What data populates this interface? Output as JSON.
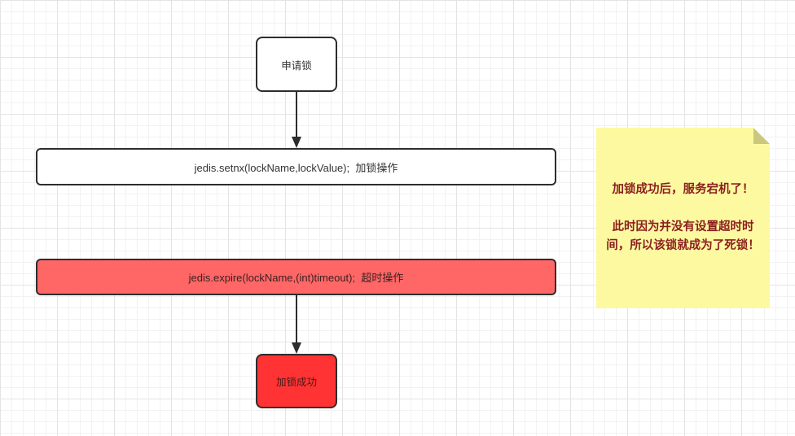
{
  "diagram": {
    "nodes": {
      "apply_lock": {
        "label": "申请锁"
      },
      "setnx": {
        "label": "jedis.setnx(lockName,lockValue);  加锁操作"
      },
      "expire": {
        "label": "jedis.expire(lockName,(int)timeout);  超时操作"
      },
      "lock_success": {
        "label": "加锁成功"
      }
    },
    "note": {
      "para1": "加锁成功后，服务宕机了！",
      "para2": "此时因为并没有设置超时时间，所以该锁就成为了死锁！"
    },
    "colors": {
      "node_border": "#2d2d2d",
      "expire_fill": "#ff6666",
      "success_fill": "#ff3333",
      "note_fill": "#fdf9a1",
      "note_fold": "#c9c87c",
      "note_text": "#8a1f1f",
      "arrow": "#2d2d2d"
    }
  }
}
